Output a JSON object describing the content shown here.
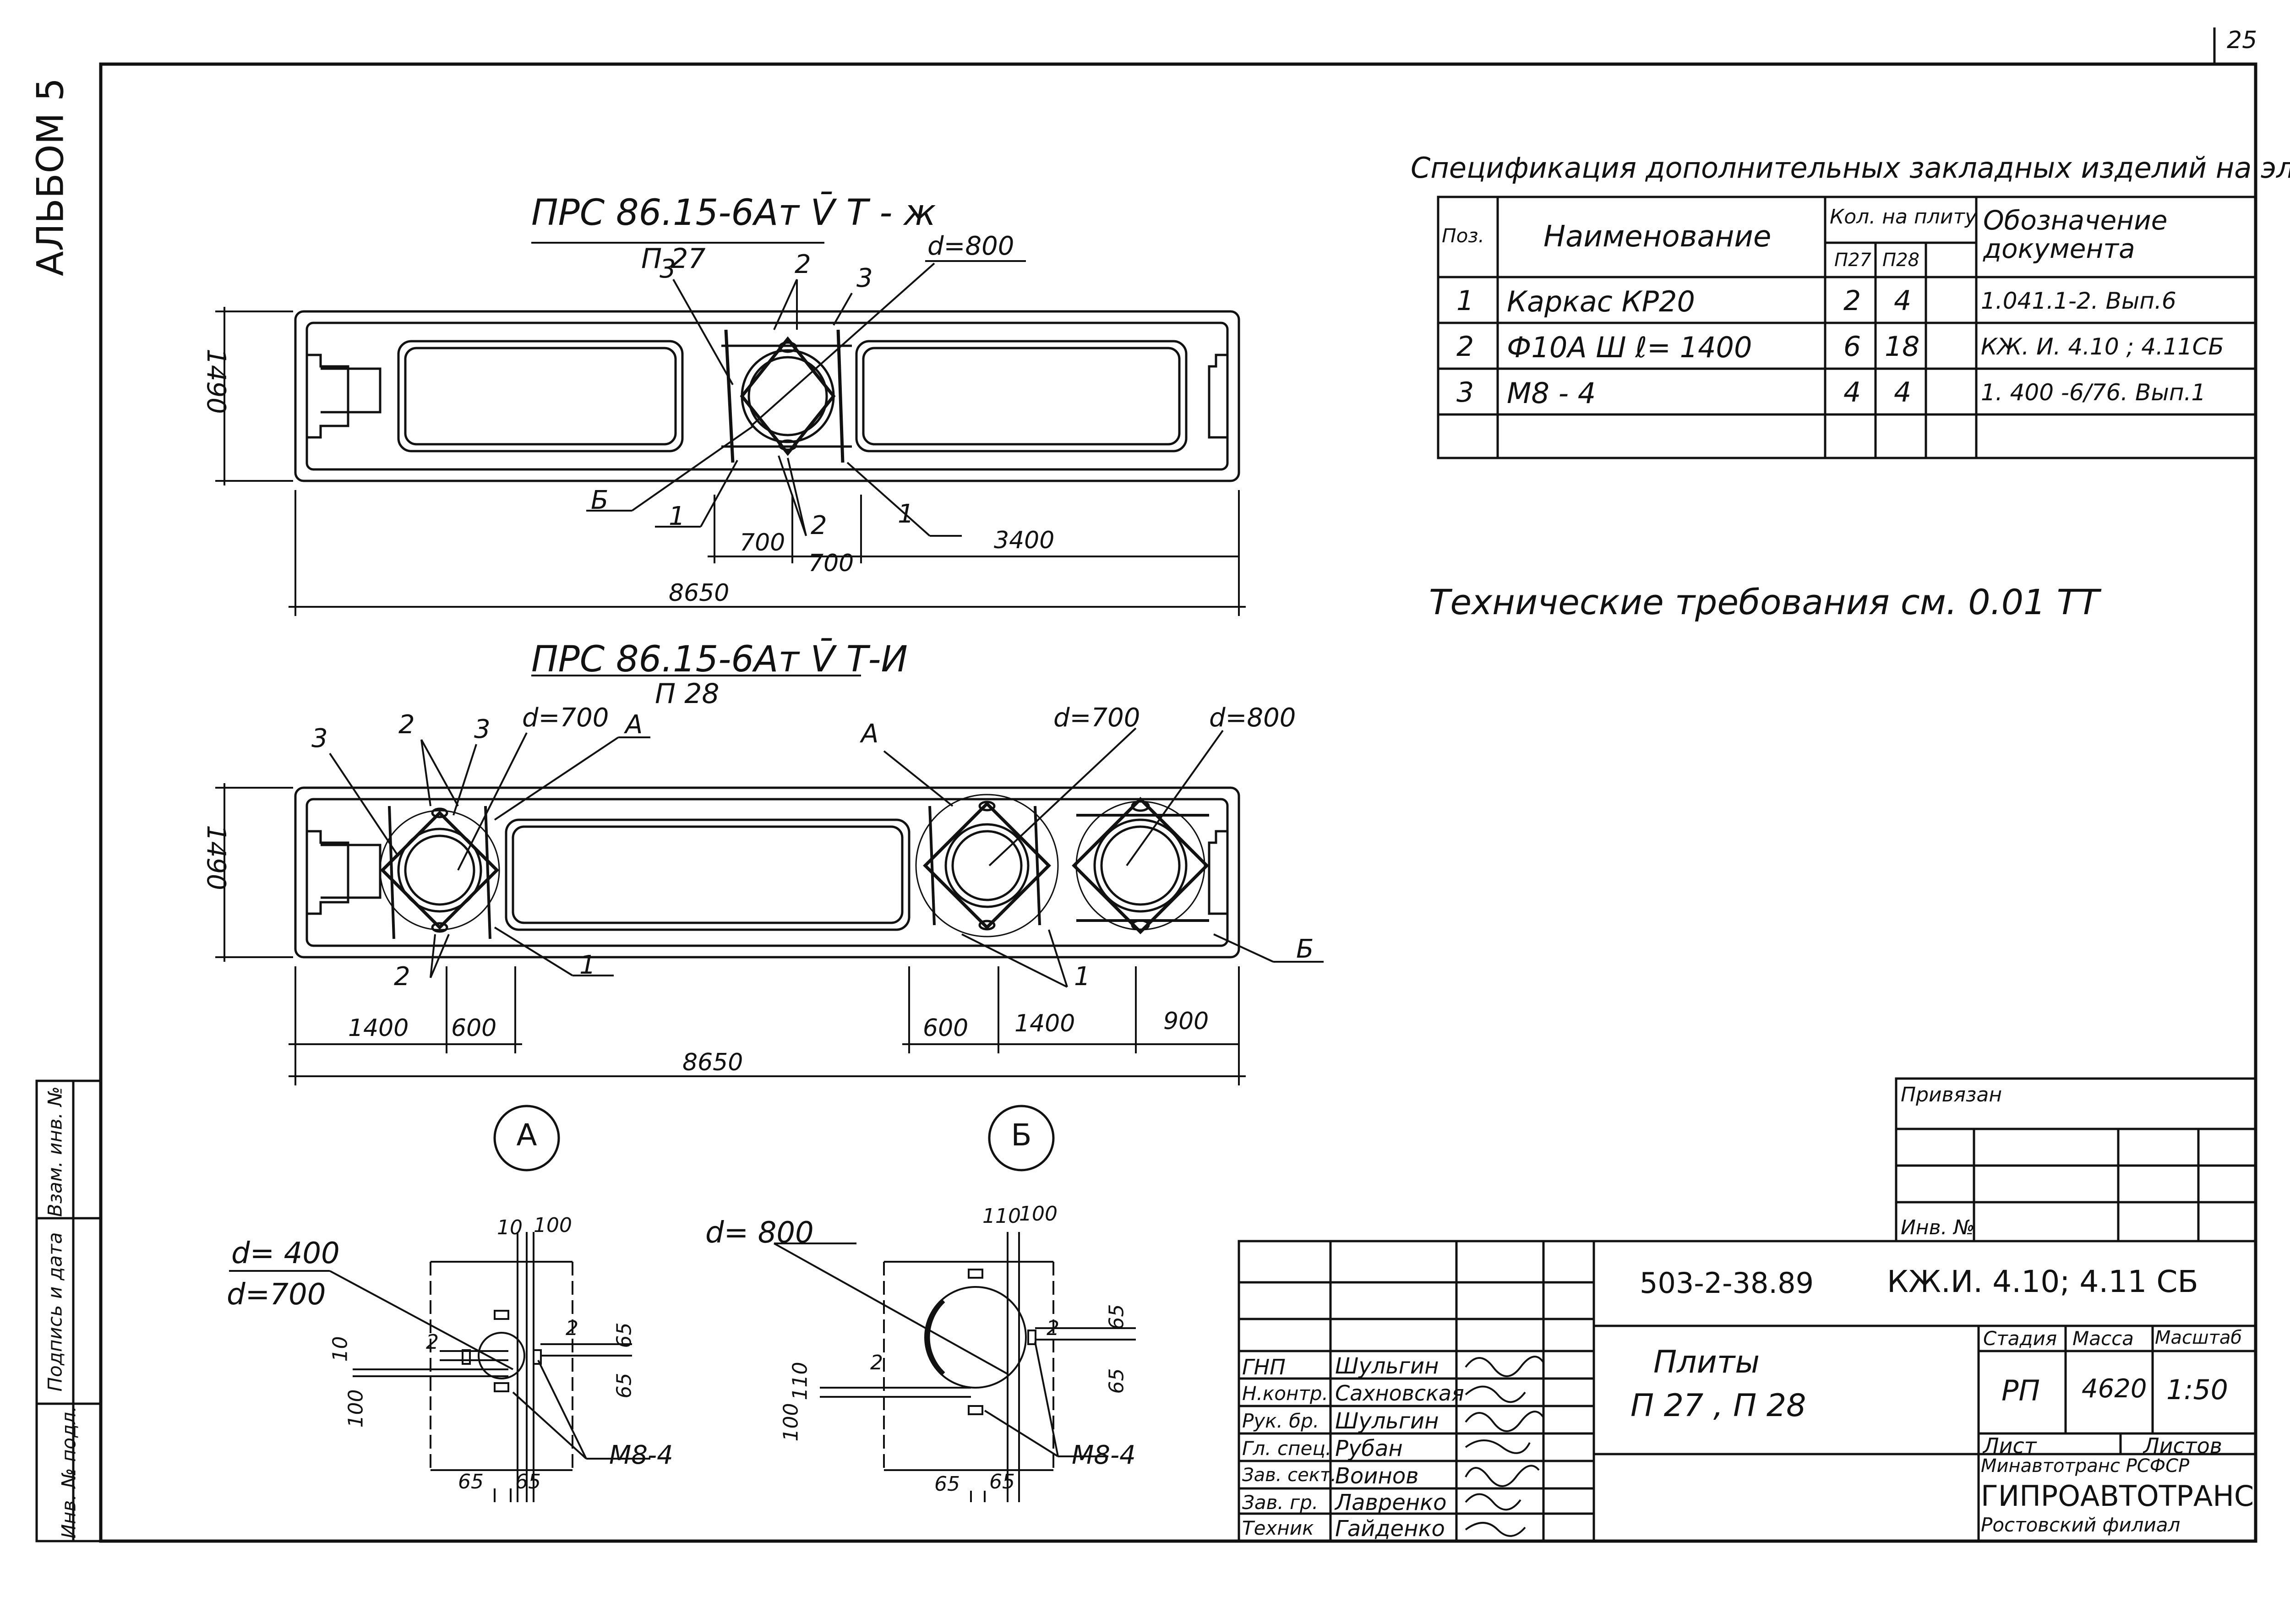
{
  "sheet": {
    "page_number": "25",
    "album_label": "АЛЬБОМ 5",
    "side_stamp": [
      "Инв. № подл.",
      "Подпись и дата",
      "Взам. инв. №"
    ]
  },
  "drawing1": {
    "title": "ПРС 86.15-6Ат V̄ Т - ж",
    "subtitle": "П 27",
    "height_dim": "1490",
    "callout_d": "d=800",
    "callouts": [
      "3",
      "2",
      "3",
      "Б",
      "1",
      "2",
      "1"
    ],
    "dims": [
      "700",
      "700",
      "3400"
    ],
    "total_length": "8650"
  },
  "drawing2": {
    "title": "ПРС 86.15-6Ат V̄ Т-И",
    "subtitle": "П 28",
    "height_dim": "1490",
    "callout_d1": "d=700",
    "callout_d2": "d=700",
    "callout_d3": "d=800",
    "callouts": [
      "3",
      "2",
      "3",
      "А",
      "А",
      "2",
      "1",
      "1",
      "Б"
    ],
    "dims": [
      "1400",
      "600",
      "600",
      "1400",
      "900"
    ],
    "total_length": "8650"
  },
  "details": {
    "a": {
      "marker": "А",
      "d1": "d= 400",
      "d2": "d=700",
      "dims": [
        "10",
        "100",
        "10",
        "100",
        "65",
        "65",
        "65",
        "65",
        "2",
        "2"
      ],
      "part": "М8-4"
    },
    "b": {
      "marker": "Б",
      "d": "d= 800",
      "dims": [
        "110",
        "100",
        "100",
        "110",
        "65",
        "65",
        "65",
        "65",
        "2",
        "2"
      ],
      "part": "М8-4"
    }
  },
  "spec": {
    "title": "Спецификация дополнительных закладных изделий на элемент.",
    "headers": {
      "pos": "Поз.",
      "name": "Наименование",
      "qty": "Кол. на плиту",
      "p27": "П27",
      "p28": "П28",
      "doc": "Обозначение документа"
    },
    "rows": [
      {
        "pos": "1",
        "name": "Каркас КР20",
        "p27": "2",
        "p28": "4",
        "doc": "1.041.1-2. Вып.6"
      },
      {
        "pos": "2",
        "name": "Ф10А Ш  ℓ= 1400",
        "p27": "6",
        "p28": "18",
        "doc": "КЖ. И. 4.10 ; 4.11СБ"
      },
      {
        "pos": "3",
        "name": "М8 - 4",
        "p27": "4",
        "p28": "4",
        "doc": "1. 400 -6/76. Вып.1"
      }
    ]
  },
  "tech_note": "Технические   требования  см.  0.01 ТТ",
  "stamp": {
    "privyazan": "Привязан",
    "inv": "Инв. №",
    "doc_code": "503-2-38.89",
    "doc_title": "КЖ.И. 4.10; 4.11 СБ",
    "name_line1": "Плиты",
    "name_line2": "П 27 ,  П 28",
    "stage_label": "Стадия",
    "mass_label": "Масса",
    "scale_label": "Масштаб",
    "stage": "РП",
    "mass": "4620",
    "scale": "1:50",
    "sheet_label": "Лист",
    "sheets_label": "Листов",
    "org1": "Минавтотранс РСФСР",
    "org2": "ГИПРОАВТОТРАНС",
    "org3": "Ростовский филиал",
    "people": [
      {
        "role": "ГНП",
        "name": "Шульгин"
      },
      {
        "role": "Н.контр.",
        "name": "Сахновская"
      },
      {
        "role": "Рук. бр.",
        "name": "Шульгин"
      },
      {
        "role": "Гл. спец.",
        "name": "Рубан"
      },
      {
        "role": "Зав. сект.",
        "name": "Воинов"
      },
      {
        "role": "Зав. гр.",
        "name": "Лавренко"
      },
      {
        "role": "Техник",
        "name": "Гайденко"
      }
    ]
  }
}
